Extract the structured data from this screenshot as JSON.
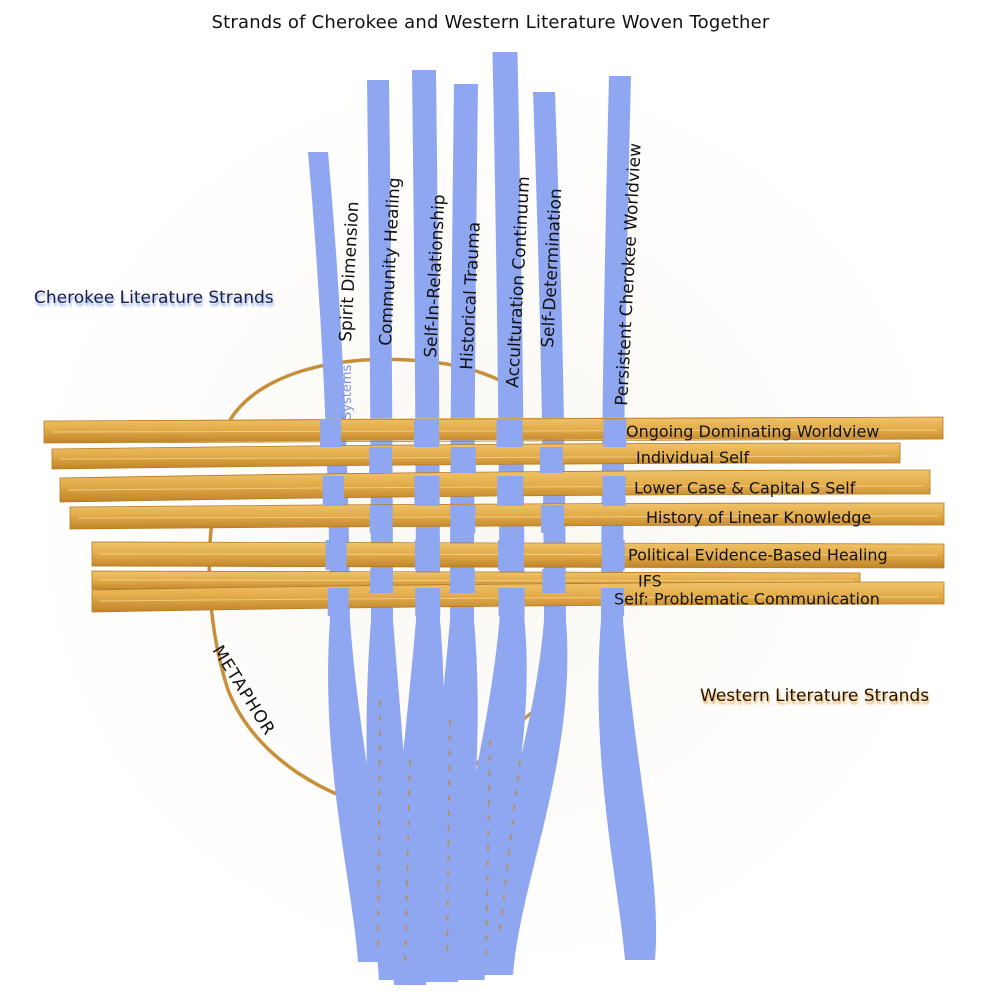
{
  "title": "Strands of Cherokee and Western Literature Woven Together",
  "cherokee_group_label": "Cherokee Literature Strands",
  "western_group_label": "Western Literature Strands",
  "metaphor_label": "METAPHOR",
  "cherokee_strands": [
    {
      "label": "Spirit Dimension",
      "sublabel": "Systems"
    },
    {
      "label": "Community Healing"
    },
    {
      "label": "Self-In-Relationship"
    },
    {
      "label": "Historical Trauma"
    },
    {
      "label": "Acculturation Continuum"
    },
    {
      "label": "Self-Determination"
    },
    {
      "label": "Persistent Cherokee Worldview"
    }
  ],
  "western_strands": [
    {
      "label": "Ongoing Dominating Worldview"
    },
    {
      "label": "Individual Self"
    },
    {
      "label": "Lower Case & Capital S Self"
    },
    {
      "label": "History of Linear Knowledge"
    },
    {
      "label": "Political Evidence-Based Healing"
    },
    {
      "label": "IFS"
    },
    {
      "label": "Self: Problematic Communication"
    }
  ],
  "colors": {
    "cherokee_strand": "#8fa7f0",
    "western_strand": "#e3ad4b",
    "western_strand_dark": "#b77a23",
    "label_text": "#121212"
  }
}
